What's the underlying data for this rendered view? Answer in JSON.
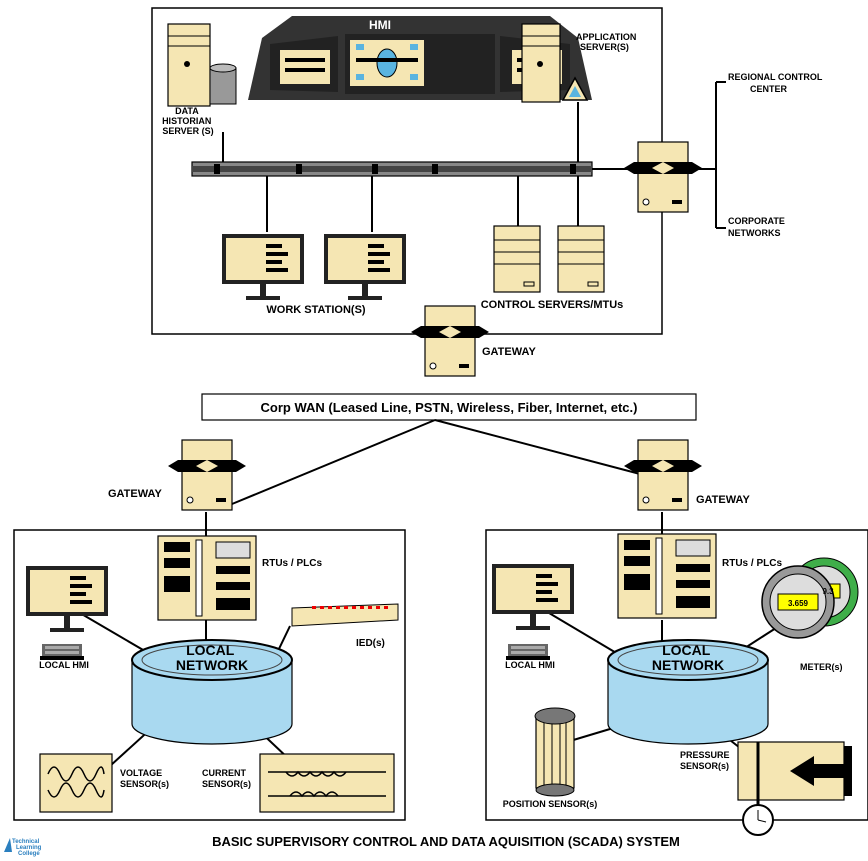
{
  "top": {
    "hmi_label": "HMI",
    "data_historian": [
      "DATA",
      "HISTORIAN",
      "SERVER (S)"
    ],
    "application_server": [
      "APPLICATION",
      "SERVER(S)"
    ],
    "work_stations": "WORK STATION(S)",
    "control_servers": "CONTROL SERVERS/MTUs"
  },
  "external": {
    "regional": [
      "REGIONAL CONTROL",
      "CENTER"
    ],
    "corporate": [
      "CORPORATE",
      "NETWORKS"
    ]
  },
  "gateway_label": "GATEWAY",
  "wan_label": "Corp WAN (Leased Line, PSTN, Wireless, Fiber, Internet, etc.)",
  "left_site": {
    "gateway": "GATEWAY",
    "rtu": "RTUs / PLCs",
    "local_hmi": "LOCAL HMI",
    "network": [
      "LOCAL",
      "NETWORK"
    ],
    "ied": "IED(s)",
    "voltage": [
      "VOLTAGE",
      "SENSOR(s)"
    ],
    "current": [
      "CURRENT",
      "SENSOR(s)"
    ]
  },
  "right_site": {
    "gateway": "GATEWAY",
    "rtu": "RTUs / PLCs",
    "local_hmi": "LOCAL HMI",
    "network": [
      "LOCAL",
      "NETWORK"
    ],
    "meter": "METER(s)",
    "meter_reading": "3.659",
    "meter_reading_2": "9.3",
    "pressure": [
      "PRESSURE",
      "SENSOR(s)"
    ],
    "position": "POSITION SENSOR(s)"
  },
  "caption": "BASIC SUPERVISORY CONTROL AND DATA AQUISITION (SCADA) SYSTEM",
  "logo": [
    "Technical",
    "Learning",
    "College"
  ],
  "colors": {
    "device": "#f5e6b3",
    "network": "#a9d9f0",
    "dark": "#333333"
  }
}
